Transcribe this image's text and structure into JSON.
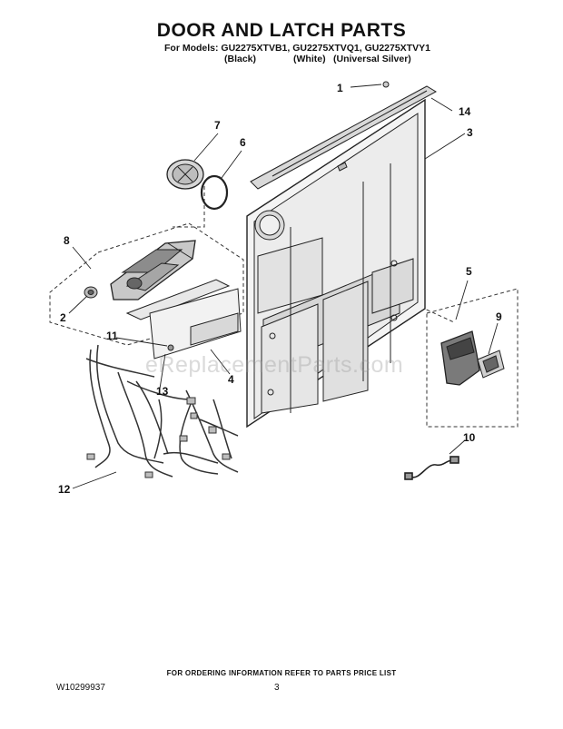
{
  "header": {
    "title": "DOOR AND LATCH PARTS",
    "models_line": "For Models: GU2275XTVB1, GU2275XTVQ1, GU2275XTVY1",
    "variants": [
      "(Black)",
      "(White)",
      "(Universal Silver)"
    ]
  },
  "callouts": [
    "1",
    "14",
    "3",
    "7",
    "6",
    "8",
    "2",
    "11",
    "13",
    "4",
    "12",
    "5",
    "9",
    "10"
  ],
  "watermark": "eReplacementParts.com",
  "footer": {
    "ordering_note": "FOR ORDERING INFORMATION REFER TO PARTS PRICE LIST",
    "document_number": "W10299937",
    "page_number": "3"
  }
}
